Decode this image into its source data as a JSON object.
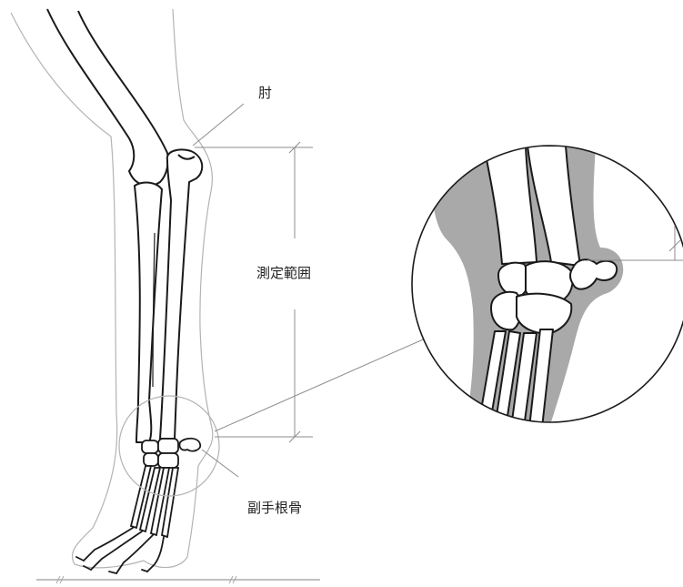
{
  "labels": {
    "elbow": "肘",
    "measurement_range": "測定範囲",
    "accessory_carpal_bone": "副手根骨"
  },
  "colors": {
    "bone_outline": "#1a1a1a",
    "skin_outline": "#b3b3b3",
    "leader_line": "#8c8c8c",
    "magnified_tissue": "#a9a9a9",
    "background": "#ffffff"
  }
}
